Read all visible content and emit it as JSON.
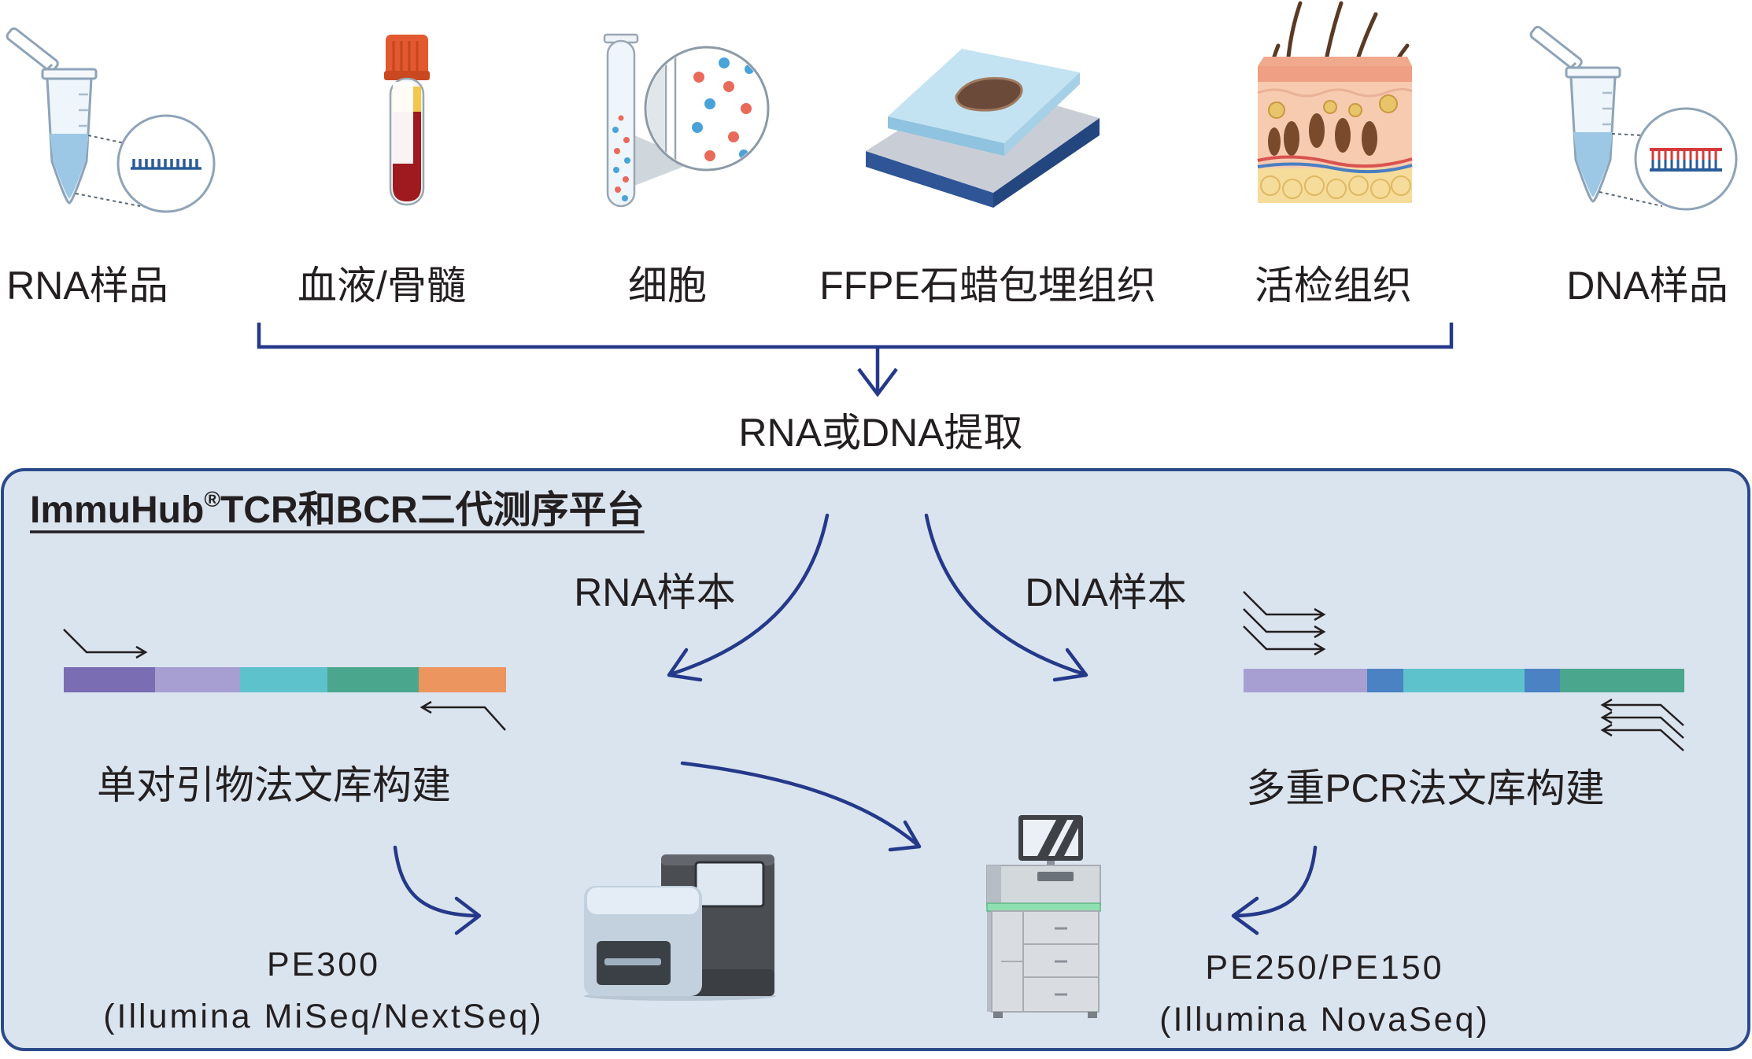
{
  "samples": [
    {
      "label": "RNA样品",
      "icon": "rna-tube-icon"
    },
    {
      "label": "血液/骨髓",
      "icon": "blood-tube-icon"
    },
    {
      "label": "细胞",
      "icon": "cell-tube-icon"
    },
    {
      "label": "FFPE石蜡包埋组织",
      "icon": "ffpe-block-icon"
    },
    {
      "label": "活检组织",
      "icon": "skin-tissue-icon"
    },
    {
      "label": "DNA样品",
      "icon": "dna-tube-icon"
    }
  ],
  "extraction": {
    "label": "RNA或DNA提取"
  },
  "platform": {
    "title_brand": "ImmuHub",
    "registered_mark": "®",
    "title_rest": "TCR和BCR二代测序平台"
  },
  "rna_branch": {
    "label": "RNA样本",
    "method": "单对引物法文库构建",
    "read_length": "PE300",
    "instrument": "(Illumina MiSeq/NextSeq)",
    "instrument_icon": "benchtop-sequencer-icon"
  },
  "dna_branch": {
    "label": "DNA样本",
    "method": "多重PCR法文库构建",
    "read_length": "PE250/PE150",
    "instrument": "(Illumina NovaSeq)",
    "instrument_icon": "production-sequencer-icon"
  },
  "colors": {
    "arrow": "#25398a",
    "panel_fill": "#dae4ef",
    "panel_border": "#2a4a8a",
    "primer": "#231f20",
    "segment_dark_purple": "#7a6db3",
    "segment_light_purple": "#a79fd1",
    "segment_cyan": "#5ec2cc",
    "segment_teal": "#4aa68d",
    "segment_orange": "#ec955e",
    "segment_blue": "#4a82c3"
  }
}
